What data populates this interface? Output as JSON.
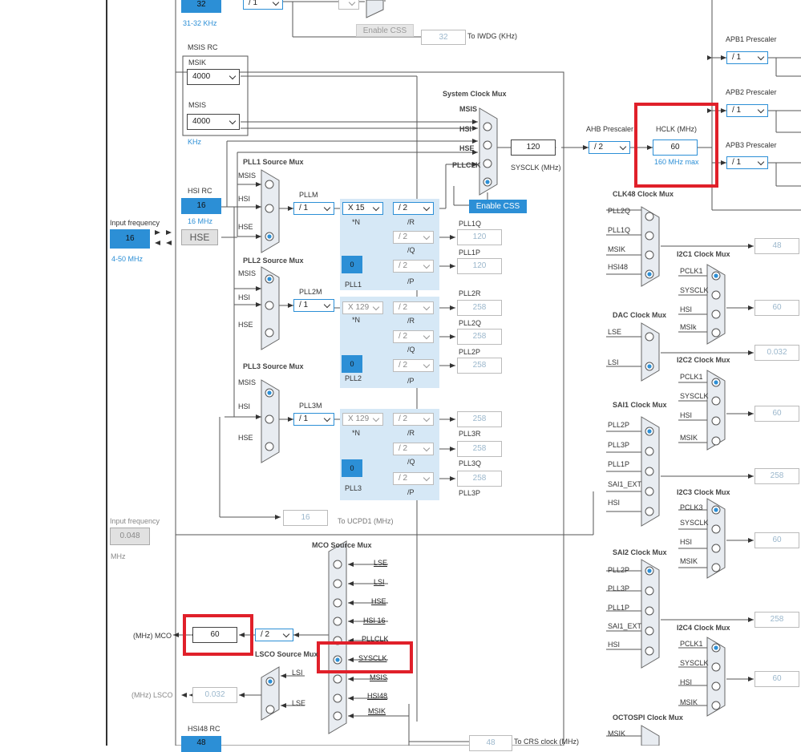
{
  "lse": {
    "freq": "32",
    "range": "31-32 KHz",
    "div": "/ 1"
  },
  "enable_css_lse": "Enable CSS",
  "iwdg": {
    "value": "32",
    "label": "To IWDG (KHz)"
  },
  "msis_rc": {
    "title": "MSIS RC",
    "msik_label": "MSIK",
    "msik_value": "4000",
    "msis_label": "MSIS",
    "msis_value": "4000",
    "unit": "KHz"
  },
  "hsi_rc": {
    "title": "HSI RC",
    "value": "16",
    "unit": "16 MHz"
  },
  "input_freq": {
    "label": "Input frequency",
    "value": "16",
    "range": "4-50 MHz",
    "hse_label": "HSE"
  },
  "input_freq2": {
    "label": "Input frequency",
    "value": "0.048",
    "unit": "MHz"
  },
  "sysmux": {
    "title": "System Clock Mux",
    "inputs": [
      "MSIS",
      "HSI",
      "HSE",
      "PLLCLK"
    ],
    "sysclk_value": "120",
    "sysclk_label": "SYSCLK (MHz)",
    "enable_css": "Enable CSS"
  },
  "ahb": {
    "label": "AHB Prescaler",
    "value": "/ 2"
  },
  "hclk": {
    "label": "HCLK (MHz)",
    "value": "60",
    "max": "160 MHz max"
  },
  "apb1": {
    "label": "APB1 Prescaler",
    "value": "/ 1"
  },
  "apb2": {
    "label": "APB2 Prescaler",
    "value": "/ 1"
  },
  "apb3": {
    "label": "APB3 Prescaler",
    "value": "/ 1"
  },
  "pll1": {
    "src_title": "PLL1 Source Mux",
    "inputs": [
      "MSIS",
      "HSI",
      "HSE"
    ],
    "m_label": "PLLM",
    "m": "/ 1",
    "n": "X 15",
    "n_label": "*N",
    "r": "/ 2",
    "r_label": "/R",
    "q": "/ 2",
    "q_label": "/Q",
    "p": "/ 2",
    "p_label": "/P",
    "frac": "0",
    "name": "PLL1",
    "q_out_label": "PLL1Q",
    "q_out": "120",
    "p_out_label": "PLL1P",
    "p_out": "120"
  },
  "pll2": {
    "src_title": "PLL2 Source Mux",
    "inputs": [
      "MSIS",
      "HSI",
      "HSE"
    ],
    "m_label": "PLL2M",
    "m": "/ 1",
    "n": "X 129",
    "n_label": "*N",
    "r": "/ 2",
    "r_label": "/R",
    "q": "/ 2",
    "q_label": "/Q",
    "p": "/ 2",
    "p_label": "/P",
    "frac": "0",
    "name": "PLL2",
    "r_out_label": "PLL2R",
    "r_out": "258",
    "q_out_label": "PLL2Q",
    "q_out": "258",
    "p_out_label": "PLL2P",
    "p_out": "258"
  },
  "pll3": {
    "src_title": "PLL3 Source Mux",
    "inputs": [
      "MSIS",
      "HSI",
      "HSE"
    ],
    "m_label": "PLL3M",
    "m": "/ 1",
    "n": "X 129",
    "n_label": "*N",
    "r": "/ 2",
    "r_label": "/R",
    "q": "/ 2",
    "q_label": "/Q",
    "p": "/ 2",
    "p_label": "/P",
    "frac": "0",
    "name": "PLL3",
    "r_out": "258",
    "r_out_label": "PLL3R",
    "q_out": "258",
    "q_out_label": "PLL3Q",
    "p_out": "258",
    "p_out_label": "PLL3P"
  },
  "ucpd": {
    "value": "16",
    "label": "To UCPD1 (MHz)"
  },
  "mco": {
    "title": "MCO Source Mux",
    "inputs": [
      "LSE",
      "LSI",
      "HSE",
      "HSI 16",
      "PLLCLK",
      "SYSCLK",
      "MSIS",
      "HSI48",
      "MSIK"
    ],
    "div": "/ 2",
    "out_label": "(MHz) MCO",
    "out_value": "60"
  },
  "lsco": {
    "title": "LSCO Source Mux",
    "inputs": [
      "LSI",
      "LSE"
    ],
    "out_label": "(MHz) LSCO",
    "out_value": "0.032"
  },
  "hsi48": {
    "title": "HSI48 RC",
    "value": "48"
  },
  "crs": {
    "value": "48",
    "label": "To CRS clock (MHz)"
  },
  "clk48": {
    "title": "CLK48 Clock Mux",
    "inputs": [
      "PLL2Q",
      "PLL1Q",
      "MSIK",
      "HSI48"
    ],
    "out": "48"
  },
  "dac": {
    "title": "DAC Clock Mux",
    "inputs": [
      "LSE",
      "LSI"
    ],
    "out": "0.032"
  },
  "i2c1": {
    "title": "I2C1 Clock Mux",
    "inputs": [
      "PCLK1",
      "SYSCLK",
      "HSI",
      "MSIk"
    ],
    "out": "60"
  },
  "i2c2": {
    "title": "I2C2 Clock Mux",
    "inputs": [
      "PCLK1",
      "SYSCLK",
      "HSI",
      "MSIK"
    ],
    "out": "60"
  },
  "sai1": {
    "title": "SAI1 Clock Mux",
    "inputs": [
      "PLL2P",
      "PLL3P",
      "PLL1P",
      "SAI1_EXT",
      "HSI"
    ],
    "out": "258"
  },
  "i2c3": {
    "title": "I2C3 Clock Mux",
    "inputs": [
      "PCLK3",
      "SYSCLK",
      "HSI",
      "MSIK"
    ],
    "out": "60"
  },
  "sai2": {
    "title": "SAI2 Clock Mux",
    "inputs": [
      "PLL2P",
      "PLL3P",
      "PLL1P",
      "SAI1_EXT",
      "HSI"
    ],
    "out": "258"
  },
  "i2c4": {
    "title": "I2C4 Clock Mux",
    "inputs": [
      "PCLK1",
      "SYSCLK",
      "HSI",
      "MSIK"
    ],
    "out": "60"
  },
  "octospi": {
    "title": "OCTOSPI Clock Mux",
    "inputs": [
      "MSIK"
    ]
  },
  "colors": {
    "accent": "#2c8fd6",
    "highlight": "#e0202a",
    "pll_panel": "#d6e8f6"
  }
}
